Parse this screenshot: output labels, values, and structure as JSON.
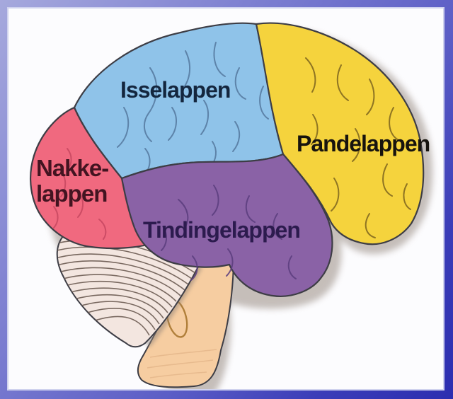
{
  "frame": {
    "border_light": "#a6a9dd",
    "border_mid": "#5c5ec6",
    "border_dark": "#2c2eb0",
    "canvas": "#fcfcfe",
    "canvas_edge": "#cfd2ee"
  },
  "brain": {
    "outline": "#3d3d45",
    "shadow": "#8f8177",
    "isselappen": {
      "label": "Isselappen",
      "fill": "#8fc3e9",
      "text_color": "#14263e",
      "sulci": "#55799f"
    },
    "pandelappen": {
      "label": "Pandelappen",
      "fill": "#f5d33d",
      "text_color": "#17130e",
      "sulci": "#7d641e"
    },
    "nakkelappen": {
      "label_line1": "Nakke-",
      "label_line2": "lappen",
      "fill": "#f0697f",
      "text_color": "#431421",
      "sulci": "#c64760"
    },
    "tindingelappen": {
      "label": "Tindingelappen",
      "fill": "#8a62a6",
      "text_color": "#2c1b4e",
      "sulci": "#5a3d7e"
    },
    "cerebellum": {
      "fill": "#f3e6e0",
      "stripes": "#6b5a52"
    },
    "brainstem": {
      "fill": "#f6cda1",
      "detail": "#b07f3a",
      "stripe": "#e6b98c"
    }
  }
}
